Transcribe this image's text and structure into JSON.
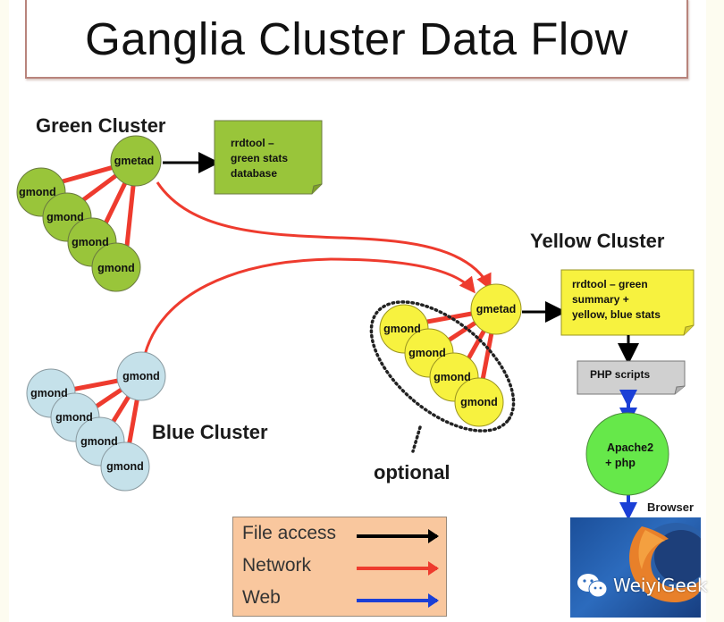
{
  "title": "Ganglia Cluster Data Flow",
  "clusters": {
    "green": {
      "label": "Green Cluster",
      "color": "#99c53a",
      "meta_node": "gmetad",
      "nodes": [
        "gmond",
        "gmond",
        "gmond",
        "gmond"
      ],
      "note": [
        "rrdtool –",
        "green stats",
        "database"
      ]
    },
    "blue": {
      "label": "Blue Cluster",
      "color": "#c5e1ea",
      "head_node": "gmond",
      "nodes": [
        "gmond",
        "gmond",
        "gmond",
        "gmond"
      ]
    },
    "yellow": {
      "label": "Yellow Cluster",
      "color": "#f7f23f",
      "meta_node": "gmetad",
      "nodes": [
        "gmond",
        "gmond",
        "gmond",
        "gmond"
      ],
      "note": [
        "rrdtool – green",
        "summary +",
        "yellow, blue stats"
      ],
      "optional_label": "optional"
    }
  },
  "web_stack": {
    "php_scripts": "PHP scripts",
    "apache": [
      "Apache2",
      "+ php"
    ],
    "browser_label": "Browser",
    "apache_color": "#66e84a"
  },
  "legend": {
    "items": [
      {
        "label": "File access",
        "color": "#000000"
      },
      {
        "label": "Network",
        "color": "#ee3b2e"
      },
      {
        "label": "Web",
        "color": "#1b3fd6"
      }
    ]
  },
  "watermark": "WeiyiGeek"
}
